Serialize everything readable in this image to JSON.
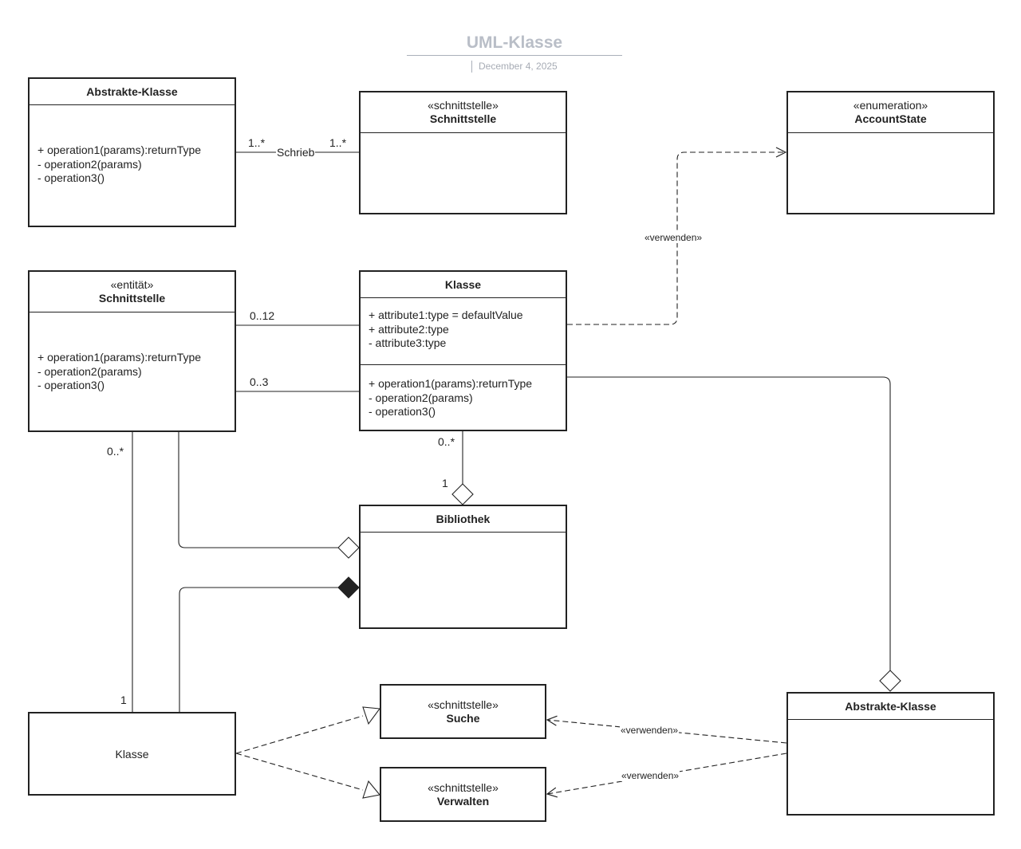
{
  "header": {
    "title": "UML-Klasse",
    "date": "December 4, 2025"
  },
  "classes": {
    "abstract_top": {
      "name": "Abstrakte-Klasse",
      "operations": [
        "+ operation1(params):returnType",
        "- operation2(params)",
        "- operation3()"
      ]
    },
    "interface_top": {
      "stereotype": "«schnittstelle»",
      "name": "Schnittstelle"
    },
    "enum": {
      "stereotype": "«enumeration»",
      "name": "AccountState"
    },
    "entity": {
      "stereotype": "«entität»",
      "name": "Schnittstelle",
      "operations": [
        "+ operation1(params):returnType",
        "- operation2(params)",
        "- operation3()"
      ]
    },
    "klasse_main": {
      "name": "Klasse",
      "attributes": [
        "+ attribute1:type = defaultValue",
        "+ attribute2:type",
        "- attribute3:type"
      ],
      "operations": [
        "+ operation1(params):returnType",
        "- operation2(params)",
        "- operation3()"
      ]
    },
    "bibliothek": {
      "name": "Bibliothek"
    },
    "klasse_bottom": {
      "name": "Klasse"
    },
    "suche": {
      "stereotype": "«schnittstelle»",
      "name": "Suche"
    },
    "verwalten": {
      "stereotype": "«schnittstelle»",
      "name": "Verwalten"
    },
    "abstract_bottom": {
      "name": "Abstrakte-Klasse"
    }
  },
  "relations": {
    "schrieb": {
      "label": "Schrieb",
      "mult_left": "1..*",
      "mult_right": "1..*"
    },
    "assoc_012": {
      "mult": "0..12"
    },
    "assoc_03": {
      "mult": "0..3"
    },
    "uses_enum": {
      "label": "«verwenden»"
    },
    "agg_bibliothek_klasse": {
      "mult_top": "0..*",
      "mult_bottom": "1"
    },
    "entity_klasse_bottom": {
      "mult_top": "0..*",
      "mult_bottom": "1"
    },
    "uses_suche": {
      "label": "«verwenden»"
    },
    "uses_verwalten": {
      "label": "«verwenden»"
    }
  }
}
